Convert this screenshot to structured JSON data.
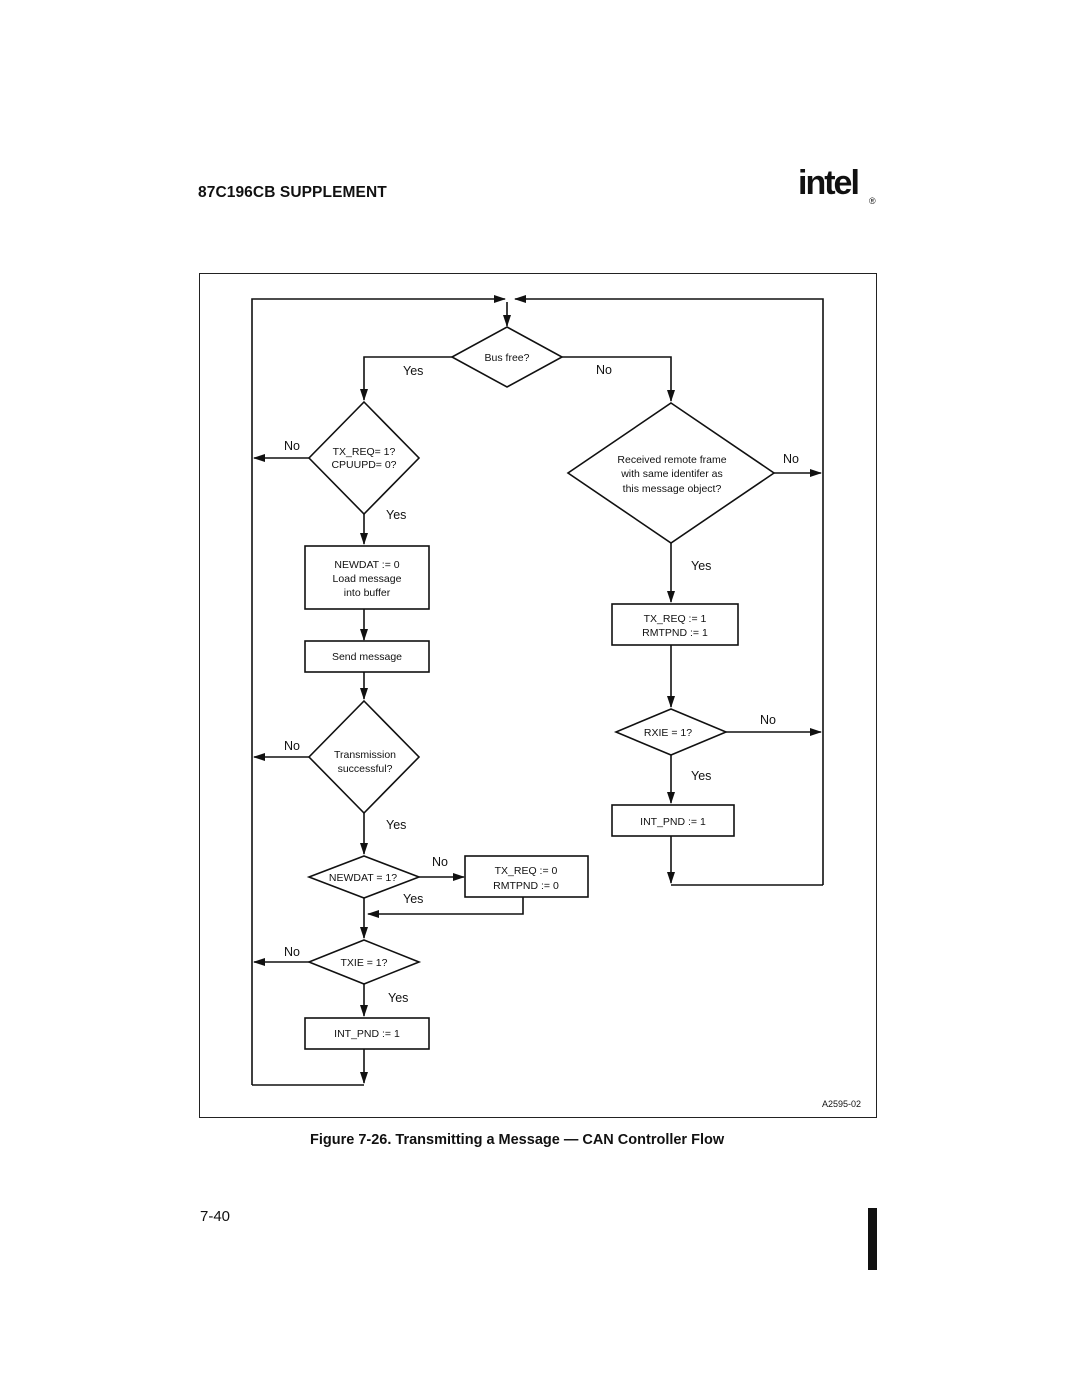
{
  "header": {
    "title": "87C196CB SUPPLEMENT",
    "logo_text": "intel",
    "logo_mark": "®"
  },
  "flowchart": {
    "nodes": {
      "bus_free": "Bus free?",
      "txreq_q_line1": "TX_REQ= 1?",
      "txreq_q_line2": "CPUUPD= 0?",
      "newdat_load_line1": "NEWDAT := 0",
      "newdat_load_line2": "Load message",
      "newdat_load_line3": "into buffer",
      "send_message": "Send message",
      "tx_success_line1": "Transmission",
      "tx_success_line2": "successful?",
      "newdat_q": "NEWDAT = 1?",
      "txreq_reset_line1": "TX_REQ := 0",
      "txreq_reset_line2": "RMTPND := 0",
      "txie_q": "TXIE = 1?",
      "intpnd_left": "INT_PND := 1",
      "remote_line1": "Received remote frame",
      "remote_line2": "with same identifer as",
      "remote_line3": "this message object?",
      "txreq_set_line1": "TX_REQ := 1",
      "txreq_set_line2": "RMTPND := 1",
      "rxie_q": "RXIE = 1?",
      "intpnd_right": "INT_PND := 1"
    },
    "branch_labels": {
      "yes": "Yes",
      "no": "No"
    },
    "figure_code": "A2595-02"
  },
  "caption": "Figure 7-26.  Transmitting a Message — CAN Controller Flow",
  "page_number": "7-40"
}
